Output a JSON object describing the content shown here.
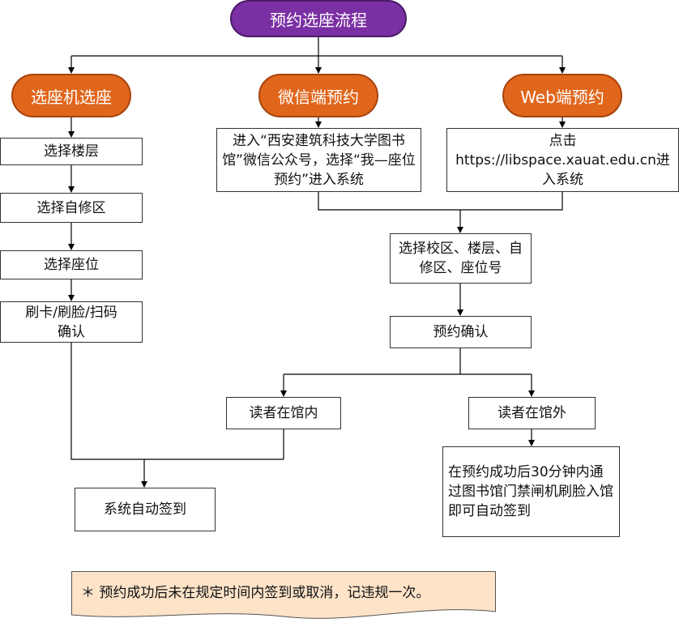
{
  "title": "预约选座流程",
  "branches": {
    "kiosk": "选座机选座",
    "wechat": "微信端预约",
    "web": "Web端预约"
  },
  "kiosk_steps": [
    "选择楼层",
    "选择自修区",
    "选择座位",
    "刷卡/刷脸/扫码确认"
  ],
  "wechat_step": "进入“西安建筑科技大学图书馆”微信公众号，选择“我—座位预约”进入系统",
  "web_step": "点击https://libspace.xauat.edu.cn进入系统",
  "merged_steps": [
    "选择校区、楼层、自修区、座位号",
    "预约确认"
  ],
  "inside": "读者在馆内",
  "outside": "读者在馆外",
  "auto_signin": "系统自动签到",
  "outside_note": "在预约成功后30分钟内通过图书馆门禁闸机刷脸入馆即可自动签到",
  "footnote": "＊ 预约成功后未在规定时间内签到或取消，记违规一次。",
  "colors": {
    "title": "#7a2fa3",
    "branch": "#e0661c",
    "note_fill": "#fde3c8"
  }
}
